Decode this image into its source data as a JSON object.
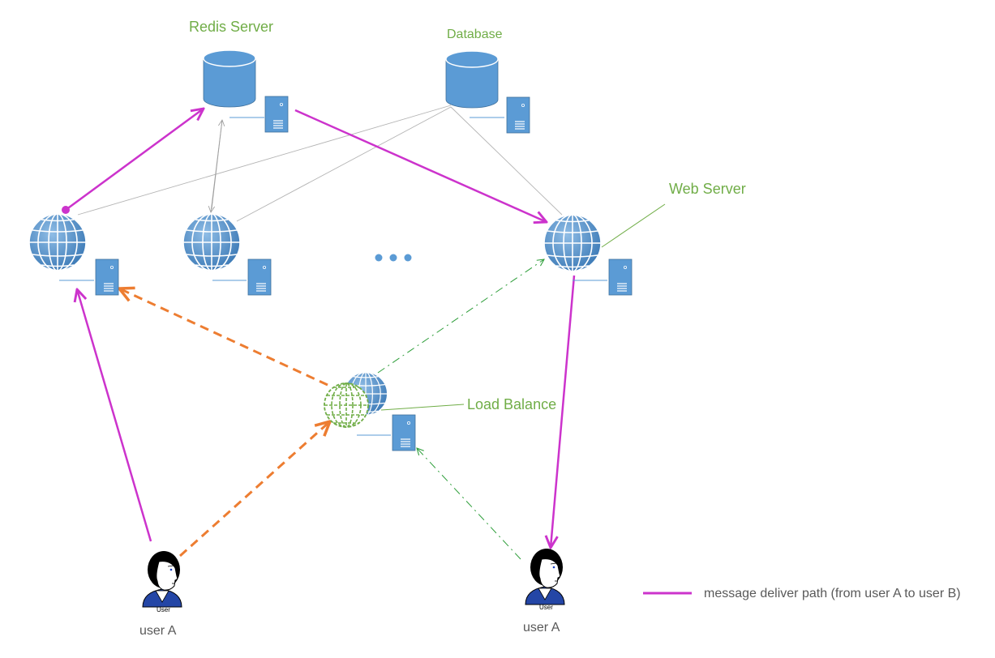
{
  "diagram": {
    "nodes": {
      "redis_server": {
        "label": "Redis Server",
        "icon": "database-cylinder-icon"
      },
      "database": {
        "label": "Database",
        "icon": "database-cylinder-icon"
      },
      "web_server": {
        "label": "Web Server",
        "icon": "globe-server-icon"
      },
      "load_balance": {
        "label": "Load Balance",
        "icon": "globe-server-icon"
      },
      "ellipsis": {
        "icon": "ellipsis-dots-icon"
      },
      "user_left": {
        "caption": "User",
        "label": "user A",
        "icon": "user-person-icon"
      },
      "user_right": {
        "caption": "User",
        "label": "user A",
        "icon": "user-person-icon"
      }
    },
    "legend": {
      "items": [
        {
          "label": "message deliver path (from user A to user B)",
          "color": "#cc33cc"
        }
      ]
    },
    "colors": {
      "message_path": "#cc33cc",
      "lb_request": "#ed7d31",
      "lb_response": "#2e9e3a",
      "db_link": "#b4b4b4",
      "label": "#70ad47",
      "node_blue": "#5b9bd5",
      "lb_globe_green": "#70ad47"
    }
  }
}
